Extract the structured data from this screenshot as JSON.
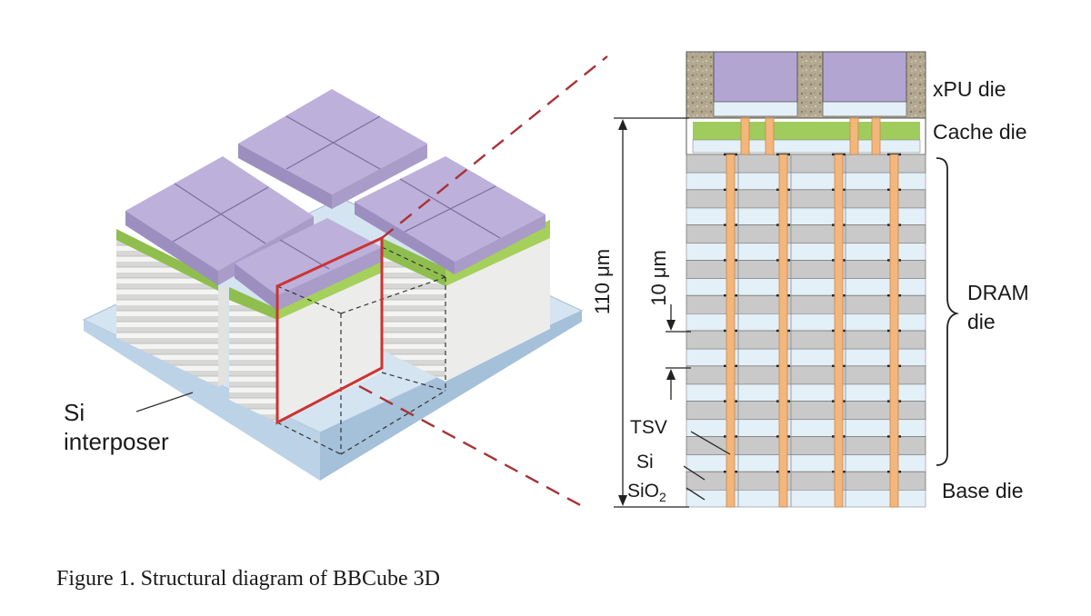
{
  "labels": {
    "interposer_line1": "Si",
    "interposer_line2": "interposer",
    "xpu": "xPU die",
    "cache": "Cache die",
    "dram_line1": "DRAM",
    "dram_line2": "die",
    "base": "Base die",
    "tsv": "TSV",
    "si": "Si",
    "sio2": "SiO",
    "sio2_sub": "2",
    "dim_total": "110 μm",
    "dim_layer": "10 μm"
  },
  "caption": "Figure 1. Structural diagram of BBCube 3D",
  "colors": {
    "xpu": "#b3a5d2",
    "cache": "#9fcc5c",
    "tsv": "#f3b67b",
    "si_layer": "#c9c9c9",
    "oxide_layer": "#e4f0f8",
    "interposer": "#d5e4f1",
    "cut_outline": "#cc3333",
    "zoom_lines": "#a83236"
  }
}
